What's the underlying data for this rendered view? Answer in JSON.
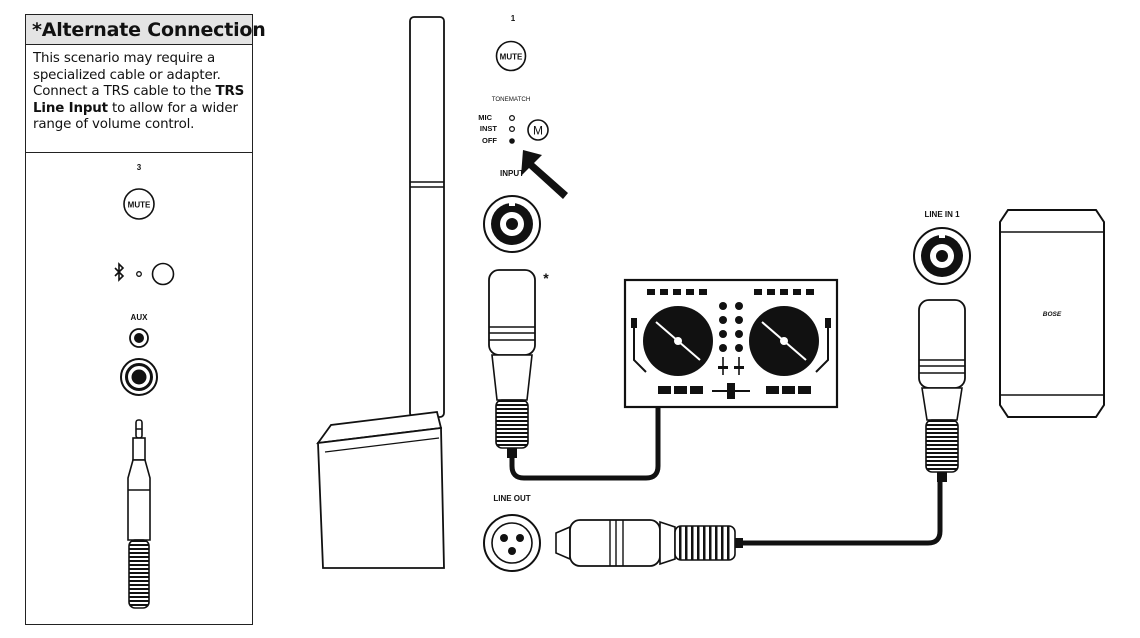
{
  "note": {
    "title": "*Alternate Connection",
    "body_before": "This scenario may require a specialized cable or adapter. Connect a TRS cable to the ",
    "body_bold": "TRS Line Input",
    "body_after": " to allow for a wider range of volume control."
  },
  "panel_left": {
    "channel_number": "3",
    "mute_label": "MUTE",
    "bluetooth_icon": "bluetooth-icon",
    "aux_label": "AUX"
  },
  "panel_main": {
    "channel_number": "1",
    "mute_label": "MUTE",
    "tonematch_label": "TONEMATCH",
    "tonematch_icon_letter": "M",
    "modes": [
      "MIC",
      "INST",
      "OFF"
    ],
    "selected_mode": "OFF",
    "input_label": "INPUT",
    "line_out_label": "LINE OUT"
  },
  "annotations": {
    "asterisk": "*"
  },
  "speaker_right": {
    "line_in_label": "LINE IN 1",
    "brand": "BOSE"
  }
}
